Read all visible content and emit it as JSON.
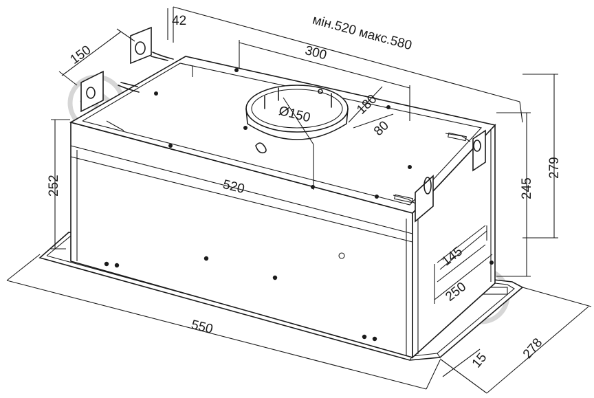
{
  "diagram": {
    "dimensions": {
      "d42": "42",
      "d150_left": "150",
      "d_width_range": "мін.520 макс.580",
      "d300": "300",
      "d180": "180",
      "d80": "80",
      "d_diameter": "Ø150",
      "d252": "252",
      "d520": "520",
      "d245": "245",
      "d279": "279",
      "d145": "145",
      "d250": "250",
      "d550": "550",
      "d15": "15",
      "d278": "278"
    },
    "watermark_logo": "circle-arrow-logo"
  }
}
